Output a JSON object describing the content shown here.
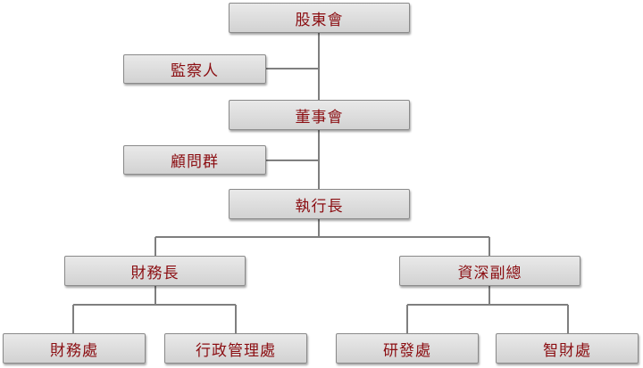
{
  "org_chart": {
    "shareholders": "股東會",
    "supervisor": "監察人",
    "board": "董事會",
    "advisors": "顧問群",
    "ceo": "執行長",
    "cfo": "財務長",
    "svp": "資深副總",
    "finance_dept": "財務處",
    "admin_dept": "行政管理處",
    "rnd_dept": "研發處",
    "ip_dept": "智財處"
  },
  "colors": {
    "text": "#8b0e12",
    "box": "#dcdcdc",
    "line": "#7f7f7f"
  }
}
